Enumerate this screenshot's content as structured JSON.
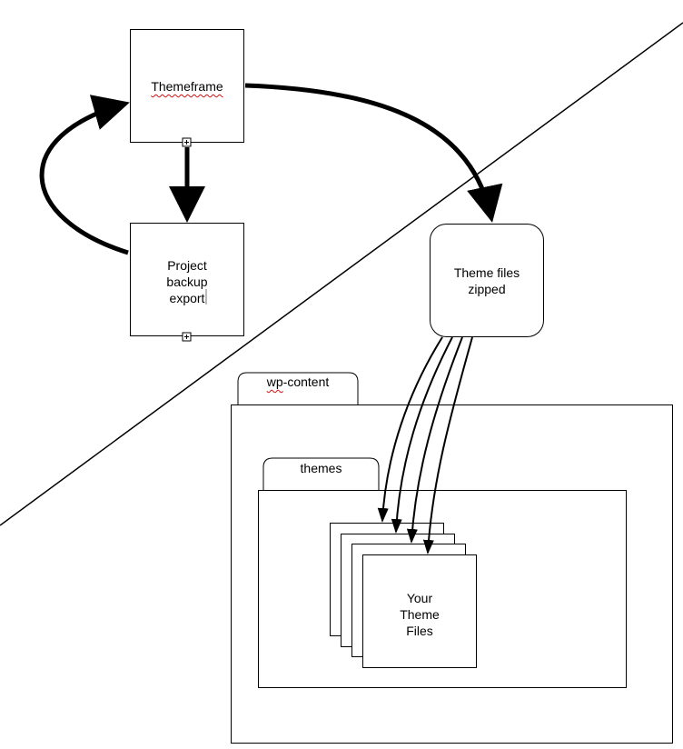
{
  "nodes": {
    "themeframe": "Themeframe",
    "project_backup": [
      "Project",
      "backup",
      "export"
    ],
    "theme_files_zipped": [
      "Theme files",
      "zipped"
    ],
    "wp_content": {
      "prefix": "wp",
      "rest": "-content"
    },
    "themes": "themes",
    "your_theme_files": [
      "Your",
      "Theme",
      "Files"
    ]
  }
}
